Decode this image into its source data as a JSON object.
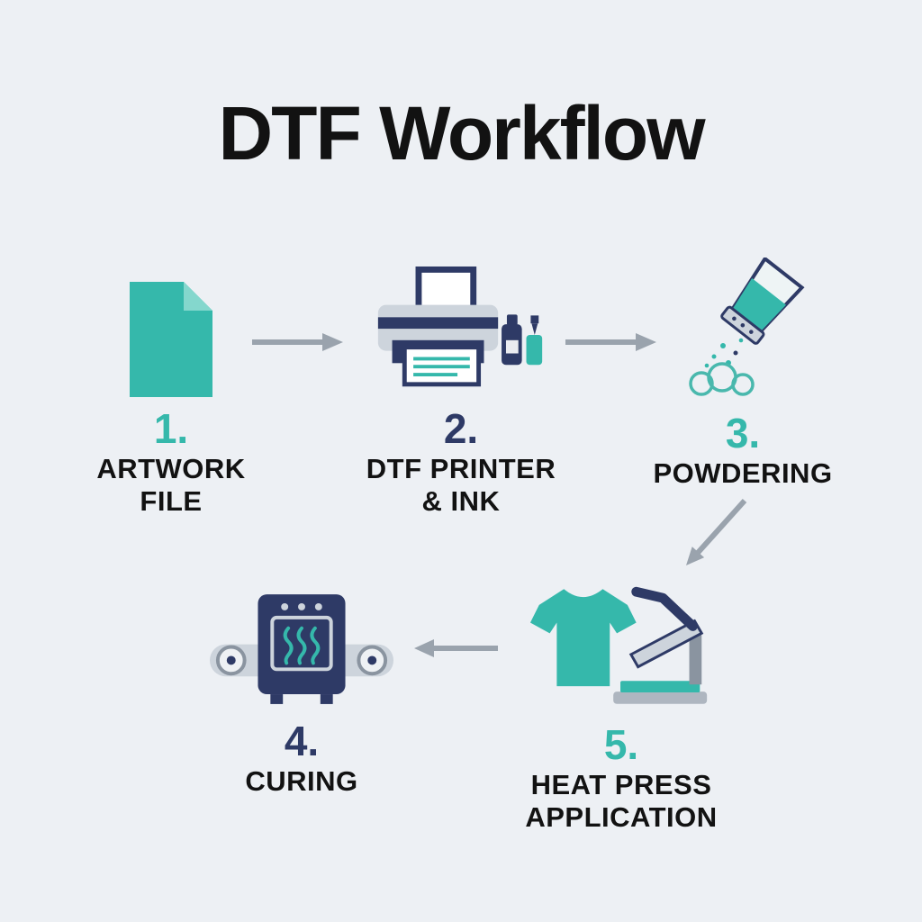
{
  "title": "DTF Workflow",
  "colors": {
    "teal": "#35b8ab",
    "teal_light": "#84d7cd",
    "navy": "#2e3a66",
    "gray": "#cdd4dc",
    "arrow_gray": "#9aa3ad",
    "text_black": "#121212",
    "background": "#edf0f4"
  },
  "steps": [
    {
      "number": "1.",
      "label": "ARTWORK FILE",
      "line1": "ARTWORK",
      "line2": "FILE",
      "icon": "artwork-file-icon",
      "number_color": "teal"
    },
    {
      "number": "2.",
      "label": "DTF PRINTER & INK",
      "line1": "DTF PRINTER",
      "line2": "& INK",
      "icon": "dtf-printer-ink-icon",
      "number_color": "navy"
    },
    {
      "number": "3.",
      "label": "POWDERING",
      "line1": "POWDERING",
      "line2": "",
      "icon": "powder-shaker-icon",
      "number_color": "teal"
    },
    {
      "number": "4.",
      "label": "CURING",
      "line1": "CURING",
      "line2": "",
      "icon": "curing-oven-icon",
      "number_color": "navy"
    },
    {
      "number": "5.",
      "label": "HEAT PRESS APPLICATION",
      "line1": "HEAT PRESS",
      "line2": "APPLICATION",
      "icon": "heat-press-icon",
      "number_color": "teal"
    }
  ],
  "arrows": [
    {
      "name": "arrow-step1-to-step2",
      "direction": "right"
    },
    {
      "name": "arrow-step2-to-step3",
      "direction": "right"
    },
    {
      "name": "arrow-step3-to-step5",
      "direction": "down-left"
    },
    {
      "name": "arrow-step5-to-step4",
      "direction": "left"
    }
  ]
}
